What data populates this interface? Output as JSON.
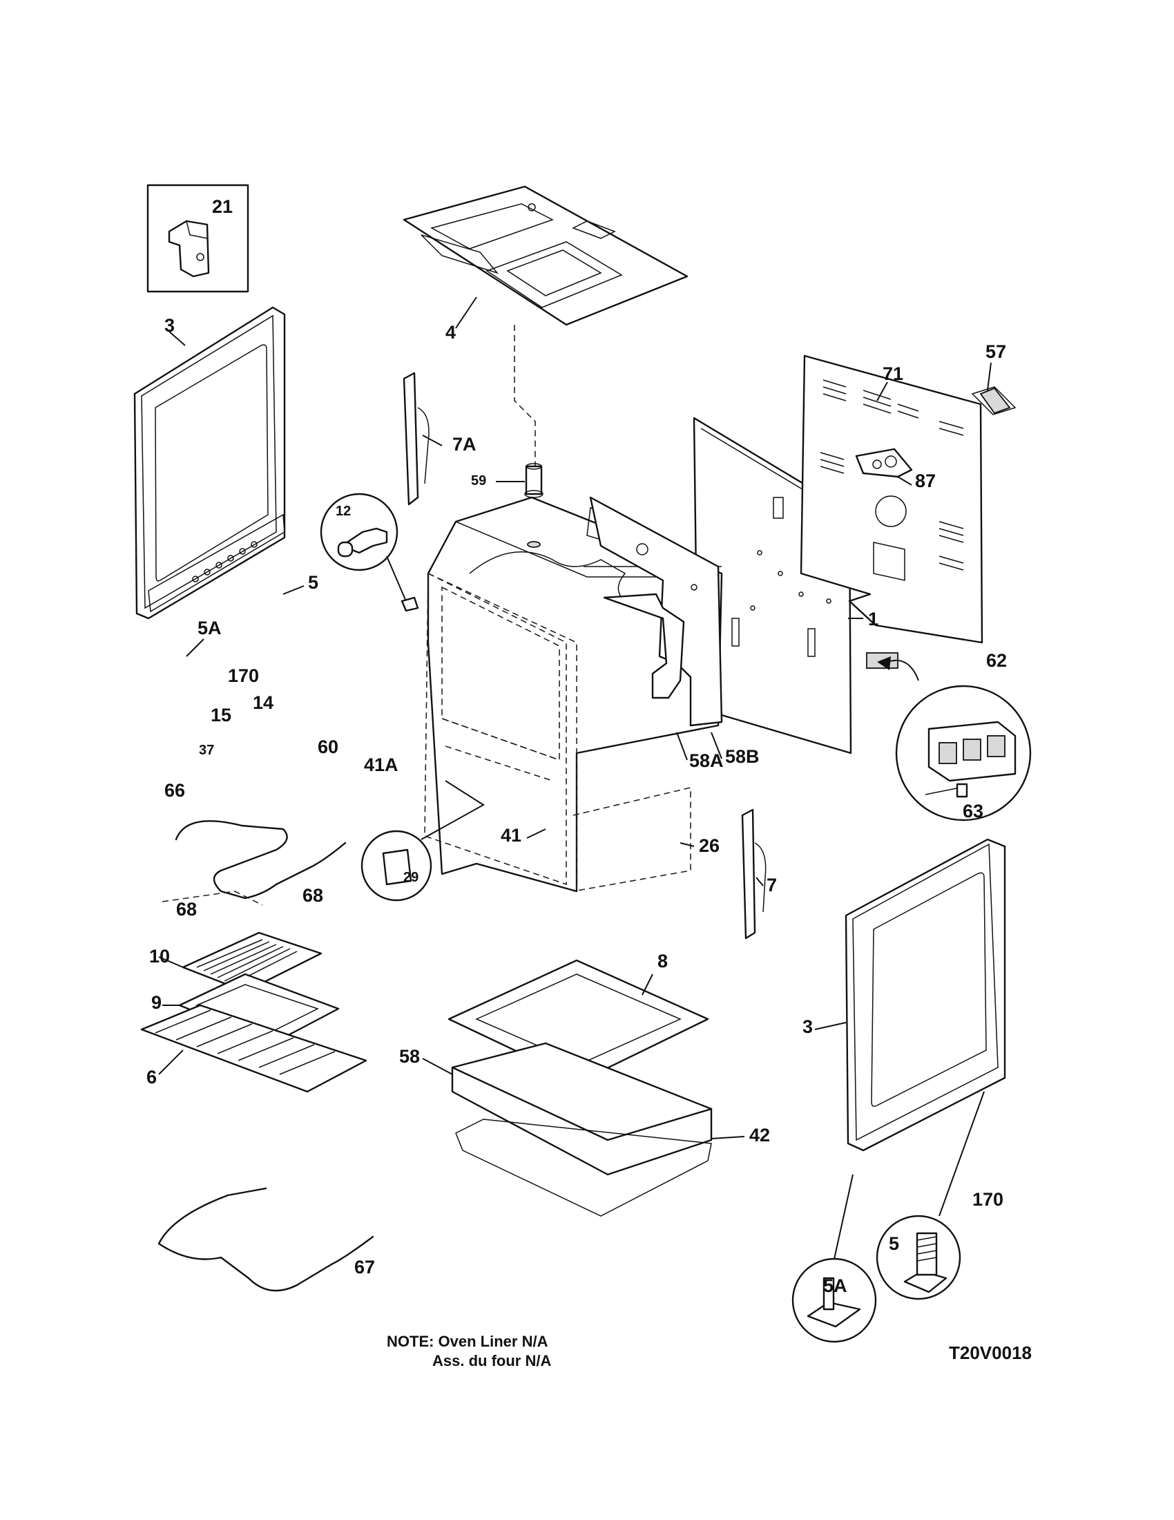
{
  "labels": {
    "p21": "21",
    "p3_left": "3",
    "p3_right": "3",
    "p4": "4",
    "p57": "57",
    "p71": "71",
    "p7A": "7A",
    "p59": "59",
    "p87": "87",
    "p12": "12",
    "p5_left": "5",
    "p5_callout": "5",
    "p1": "1",
    "p5A_left": "5A",
    "p5A_callout": "5A",
    "p62": "62",
    "p170_left": "170",
    "p170_right": "170",
    "p14": "14",
    "p15": "15",
    "p60": "60",
    "p41A": "41A",
    "p58A": "58A",
    "p58B": "58B",
    "p37": "37",
    "p63": "63",
    "p66": "66",
    "p41": "41",
    "p29": "29",
    "p26": "26",
    "p7": "7",
    "p68_a": "68",
    "p68_b": "68",
    "p10": "10",
    "p8": "8",
    "p9": "9",
    "p6": "6",
    "p58": "58",
    "p42": "42",
    "p67": "67"
  },
  "note": {
    "line1": "NOTE: Oven Liner N/A",
    "line2": "Ass. du four N/A"
  },
  "drawing_number": "T20V0018"
}
